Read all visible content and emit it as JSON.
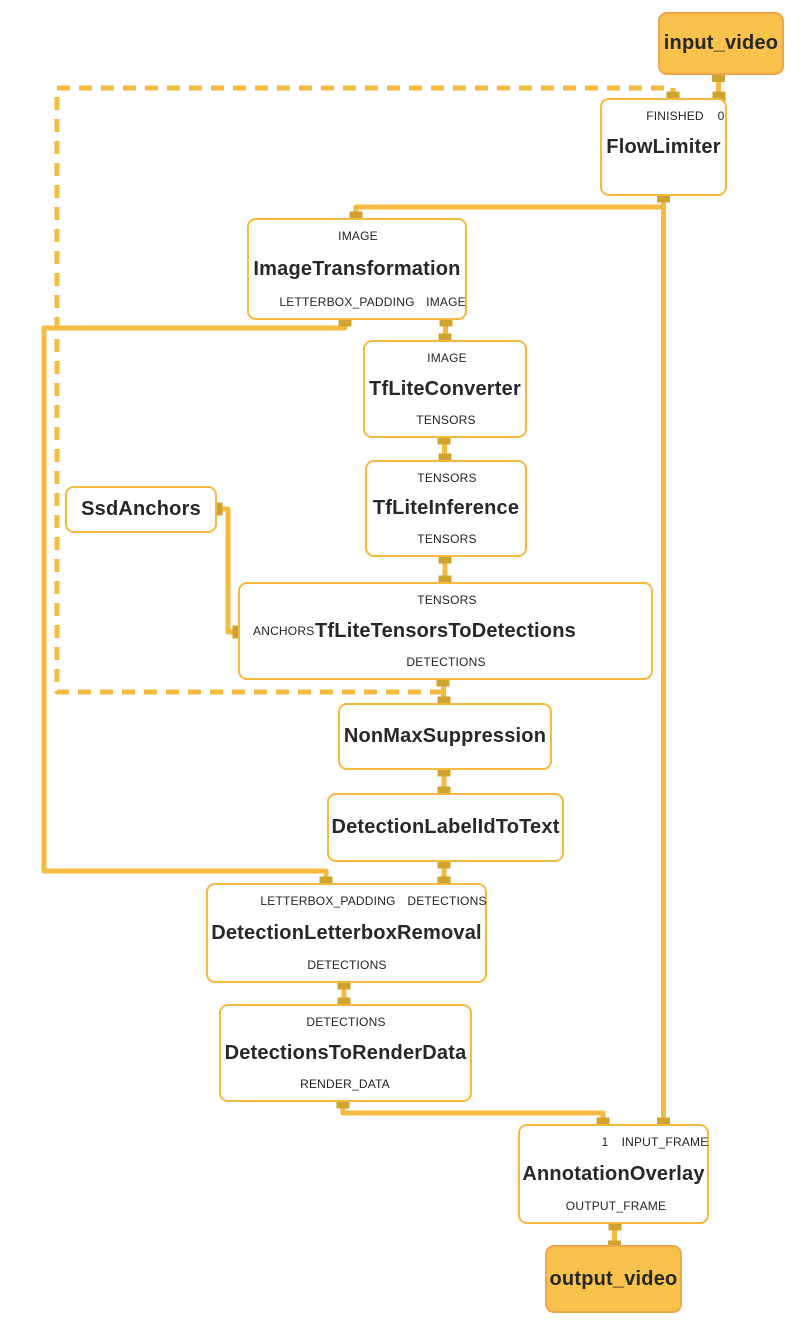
{
  "diagram": {
    "kind": "mediapipe-graph",
    "colors": {
      "edge": "#F5BB41",
      "port": "#D0A22E",
      "node_border": "#F5B93F",
      "stream_fill": "#F8C24D",
      "stream_border": "#EFA64B",
      "text": "#25272A"
    }
  },
  "nodes": {
    "input_video": {
      "title": "input_video",
      "type": "stream"
    },
    "flow_limiter": {
      "title": "FlowLimiter",
      "in_ports": [
        "FINISHED",
        "0"
      ]
    },
    "image_transformation": {
      "title": "ImageTransformation",
      "in_ports": [
        "IMAGE"
      ],
      "out_ports": [
        "LETTERBOX_PADDING",
        "IMAGE"
      ]
    },
    "tflite_converter": {
      "title": "TfLiteConverter",
      "in_ports": [
        "IMAGE"
      ],
      "out_ports": [
        "TENSORS"
      ]
    },
    "tflite_inference": {
      "title": "TfLiteInference",
      "in_ports": [
        "TENSORS"
      ],
      "out_ports": [
        "TENSORS"
      ]
    },
    "ssd_anchors": {
      "title": "SsdAnchors"
    },
    "tflite_tensors_to_detections": {
      "title": "TfLiteTensorsToDetections",
      "in_ports": [
        "TENSORS"
      ],
      "side_ports": [
        "ANCHORS"
      ],
      "out_ports": [
        "DETECTIONS"
      ]
    },
    "non_max_suppression": {
      "title": "NonMaxSuppression"
    },
    "detection_label_id_to_text": {
      "title": "DetectionLabelIdToText"
    },
    "detection_letterbox_removal": {
      "title": "DetectionLetterboxRemoval",
      "in_ports": [
        "LETTERBOX_PADDING",
        "DETECTIONS"
      ],
      "out_ports": [
        "DETECTIONS"
      ]
    },
    "detections_to_render_data": {
      "title": "DetectionsToRenderData",
      "in_ports": [
        "DETECTIONS"
      ],
      "out_ports": [
        "RENDER_DATA"
      ]
    },
    "annotation_overlay": {
      "title": "AnnotationOverlay",
      "in_ports": [
        "1",
        "INPUT_FRAME"
      ],
      "out_ports": [
        "OUTPUT_FRAME"
      ]
    },
    "output_video": {
      "title": "output_video",
      "type": "stream"
    }
  }
}
